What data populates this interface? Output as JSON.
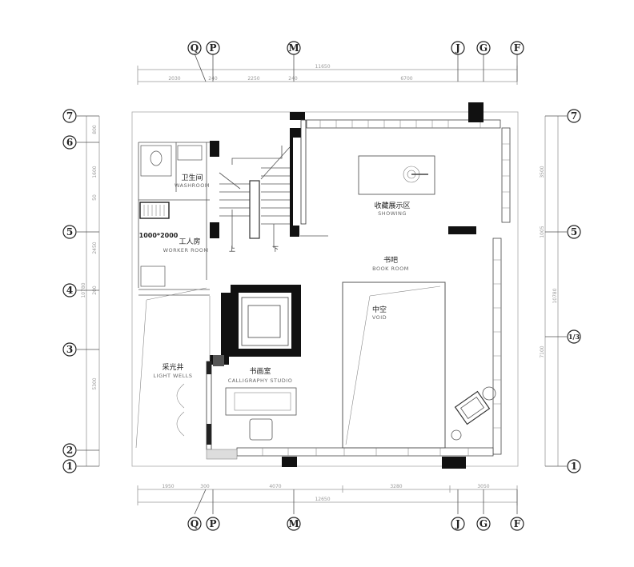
{
  "grid": {
    "columns": [
      "Q",
      "P",
      "M",
      "J",
      "G",
      "F"
    ],
    "rows_left": [
      "7",
      "6",
      "5",
      "4",
      "3",
      "2",
      "1"
    ],
    "rows_right": [
      "7",
      "5",
      "1/3",
      "1"
    ]
  },
  "dimensions": {
    "top_total": "11650",
    "top": [
      "2030",
      "240",
      "2250",
      "240",
      "6700"
    ],
    "bottom_total": "12650",
    "bottom": [
      "1950",
      "300",
      "4070",
      "3280",
      "3050"
    ],
    "left_total": "10780",
    "left": [
      "800",
      "1600",
      "50",
      "2450",
      "200",
      "5300"
    ],
    "right_total": "10780",
    "right": [
      "3500",
      "1005",
      "7100"
    ]
  },
  "rooms": {
    "washroom": {
      "zh": "卫生间",
      "en": "WASHROOM"
    },
    "worker_room": {
      "zh": "工人房",
      "en": "WORKER ROOM"
    },
    "bed_size": "1000*2000",
    "showing": {
      "zh": "收藏展示区",
      "en": "SHOWING"
    },
    "book_room": {
      "zh": "书吧",
      "en": "BOOK ROOM"
    },
    "void": {
      "zh": "中空",
      "en": "VOID"
    },
    "light_wells": {
      "zh": "采光井",
      "en": "LIGHT WELLS"
    },
    "calligraphy": {
      "zh": "书画室",
      "en": "CALLIGRAPHY STUDIO"
    },
    "stair_up": "上",
    "stair_down": "下"
  }
}
